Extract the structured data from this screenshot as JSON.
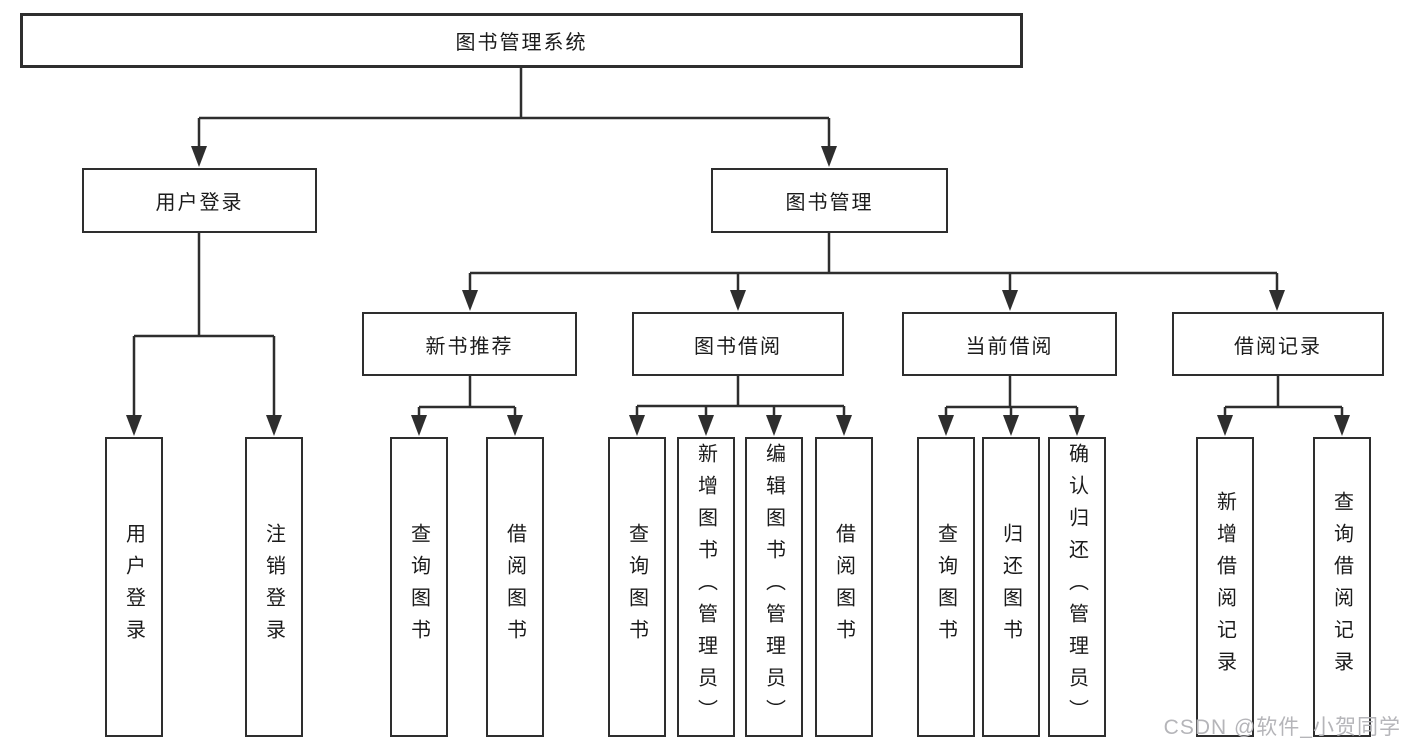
{
  "diagram": {
    "root": {
      "label": "图书管理系统"
    },
    "user_branch": {
      "label": "用户登录",
      "leaves": [
        "用户登录",
        "注销登录"
      ]
    },
    "mgmt_branch": {
      "label": "图书管理",
      "groups": [
        {
          "label": "新书推荐",
          "leaves": [
            "查询图书",
            "借阅图书"
          ]
        },
        {
          "label": "图书借阅",
          "leaves": [
            "查询图书",
            "新增图书（管理员）",
            "编辑图书（管理员）",
            "借阅图书"
          ]
        },
        {
          "label": "当前借阅",
          "leaves": [
            "查询图书",
            "归还图书",
            "确认归还（管理员）"
          ]
        },
        {
          "label": "借阅记录",
          "leaves": [
            "新增借阅记录",
            "查询借阅记录"
          ]
        }
      ]
    }
  },
  "watermark": {
    "text": "CSDN @软件_小贺同学"
  },
  "colors": {
    "background": "#ffffff",
    "line": "#2e2e2e",
    "box_border": "#2e2e2e",
    "text": "#1b1b1b",
    "watermark": "#b5b5b9"
  }
}
